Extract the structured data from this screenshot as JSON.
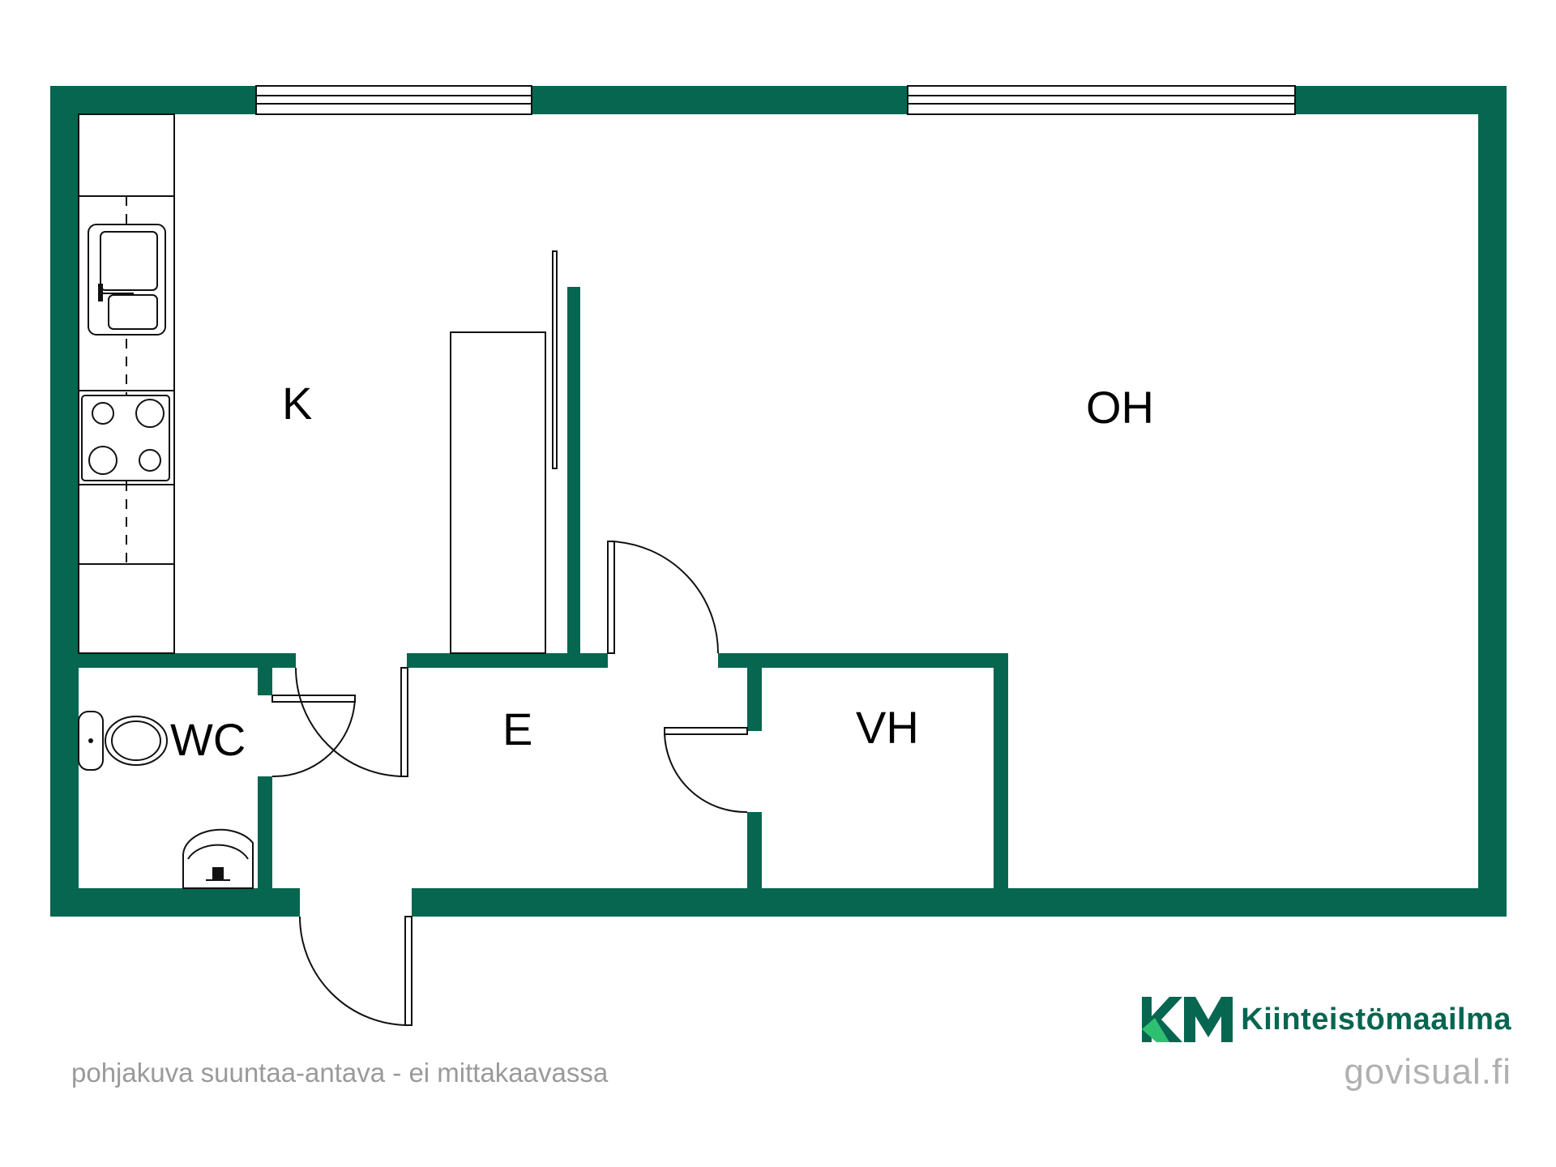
{
  "rooms": {
    "kitchen": "K",
    "living_room": "OH",
    "toilet": "WC",
    "entrance": "E",
    "walk_in_closet": "VH"
  },
  "footer": {
    "disclaimer": "pohjakuva suuntaa-antava - ei mittakaavassa",
    "brand_initials": "KM",
    "brand_name": "Kiinteistömaailma",
    "credit": "govisual.fi"
  },
  "colors": {
    "wall": "#066650",
    "brand_accent": "#2fbf71",
    "footer_text": "#9a9a9a"
  }
}
